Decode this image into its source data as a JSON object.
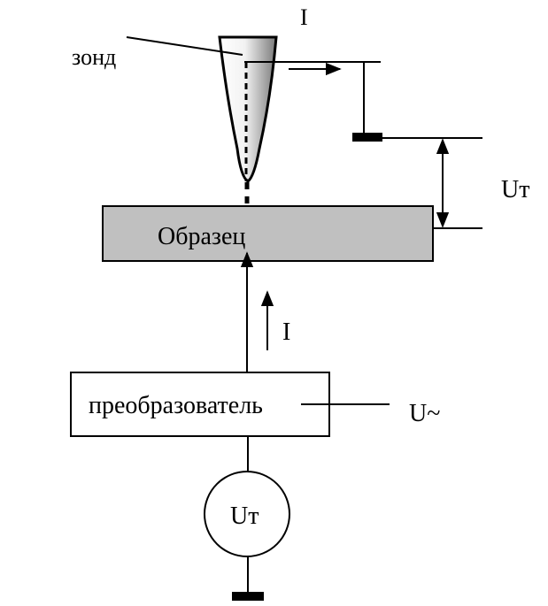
{
  "labels": {
    "probe": "зонд",
    "current_top": "I",
    "sample": "Образец",
    "voltage_gap": "Uт",
    "current_mid": "I",
    "converter": "преобразователь",
    "ac_voltage": "U~",
    "source": "Uт"
  },
  "colors": {
    "line": "#000000",
    "sample_fill": "#c0c0c0",
    "probe_tip_dark": "#8a8a8a",
    "probe_tip_light": "#ffffff",
    "ground": "#000000"
  }
}
